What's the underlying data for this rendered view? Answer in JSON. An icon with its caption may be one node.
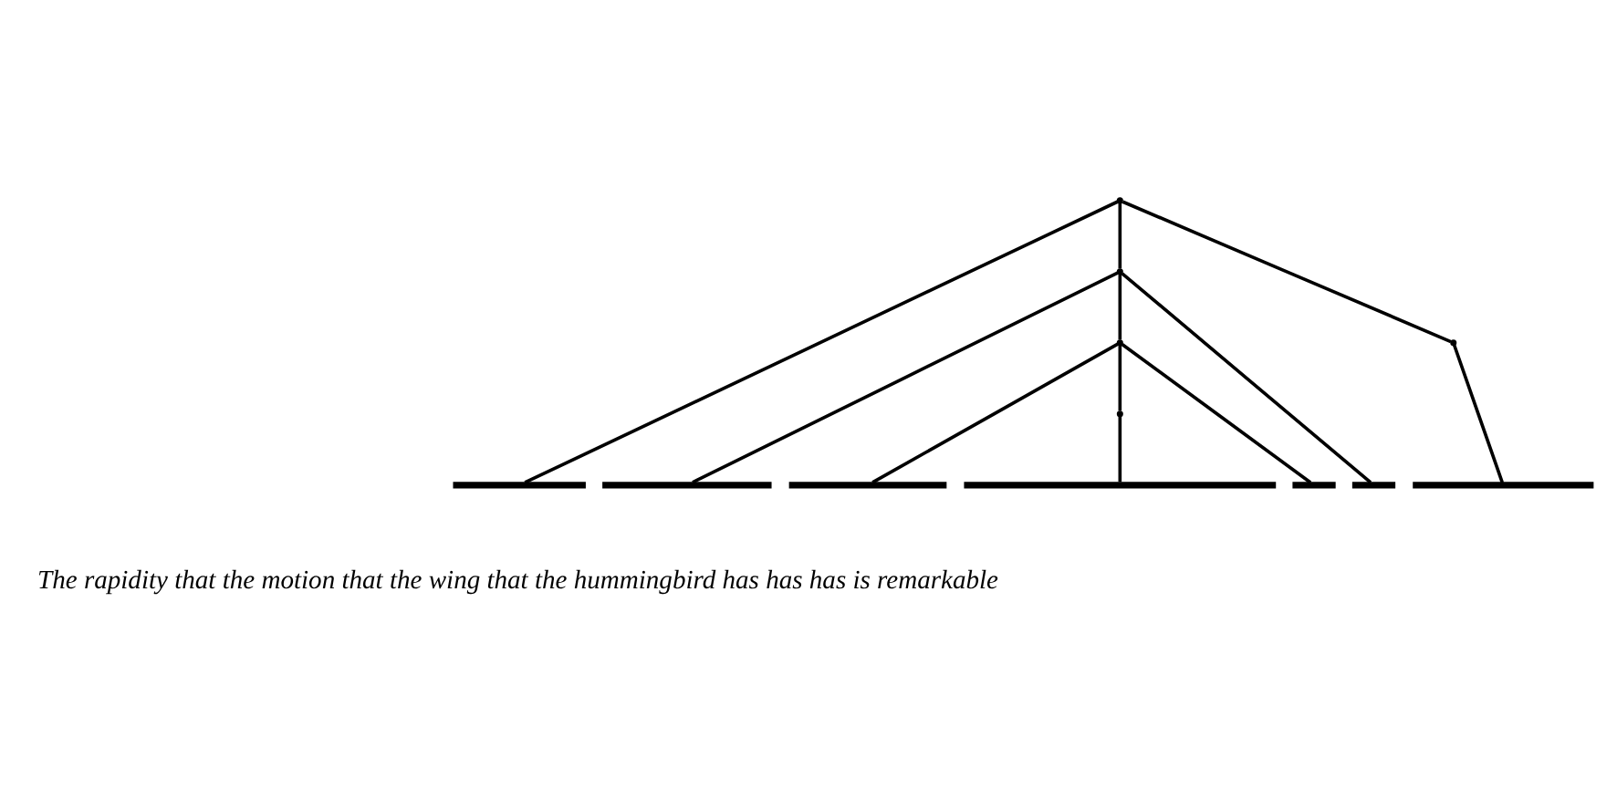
{
  "diagram": {
    "nodes": [
      {
        "text": [],
        "shape": "point"
      },
      {
        "text": [],
        "shape": "point"
      },
      {
        "text": [],
        "shape": "point"
      },
      {
        "text": [],
        "shape": "point"
      },
      {
        "text": [],
        "shape": "point"
      },
      {
        "text": [],
        "shape": "bar"
      },
      {
        "text": [],
        "shape": "bar"
      },
      {
        "text": [],
        "shape": "bar"
      },
      {
        "text": [],
        "shape": "bar"
      },
      {
        "text": [],
        "shape": "bar"
      },
      {
        "text": [],
        "shape": "bar"
      },
      {
        "text": [],
        "shape": "bar"
      }
    ],
    "edges": [
      {
        "from": 0,
        "to": 5,
        "arrow": "none"
      },
      {
        "from": 0,
        "to": 1,
        "arrow": "none"
      },
      {
        "from": 0,
        "to": 4,
        "arrow": "none"
      },
      {
        "from": 1,
        "to": 6,
        "arrow": "none"
      },
      {
        "from": 1,
        "to": 2,
        "arrow": "none"
      },
      {
        "from": 1,
        "to": 10,
        "arrow": "none"
      },
      {
        "from": 2,
        "to": 7,
        "arrow": "none"
      },
      {
        "from": 2,
        "to": 3,
        "arrow": "none"
      },
      {
        "from": 2,
        "to": 9,
        "arrow": "none"
      },
      {
        "from": 3,
        "to": 8,
        "arrow": "none"
      },
      {
        "from": 4,
        "to": 11,
        "arrow": "none"
      }
    ],
    "labels": [
      "The rapidity that the motion that the wing that the hummingbird has has has is remarkable"
    ]
  }
}
